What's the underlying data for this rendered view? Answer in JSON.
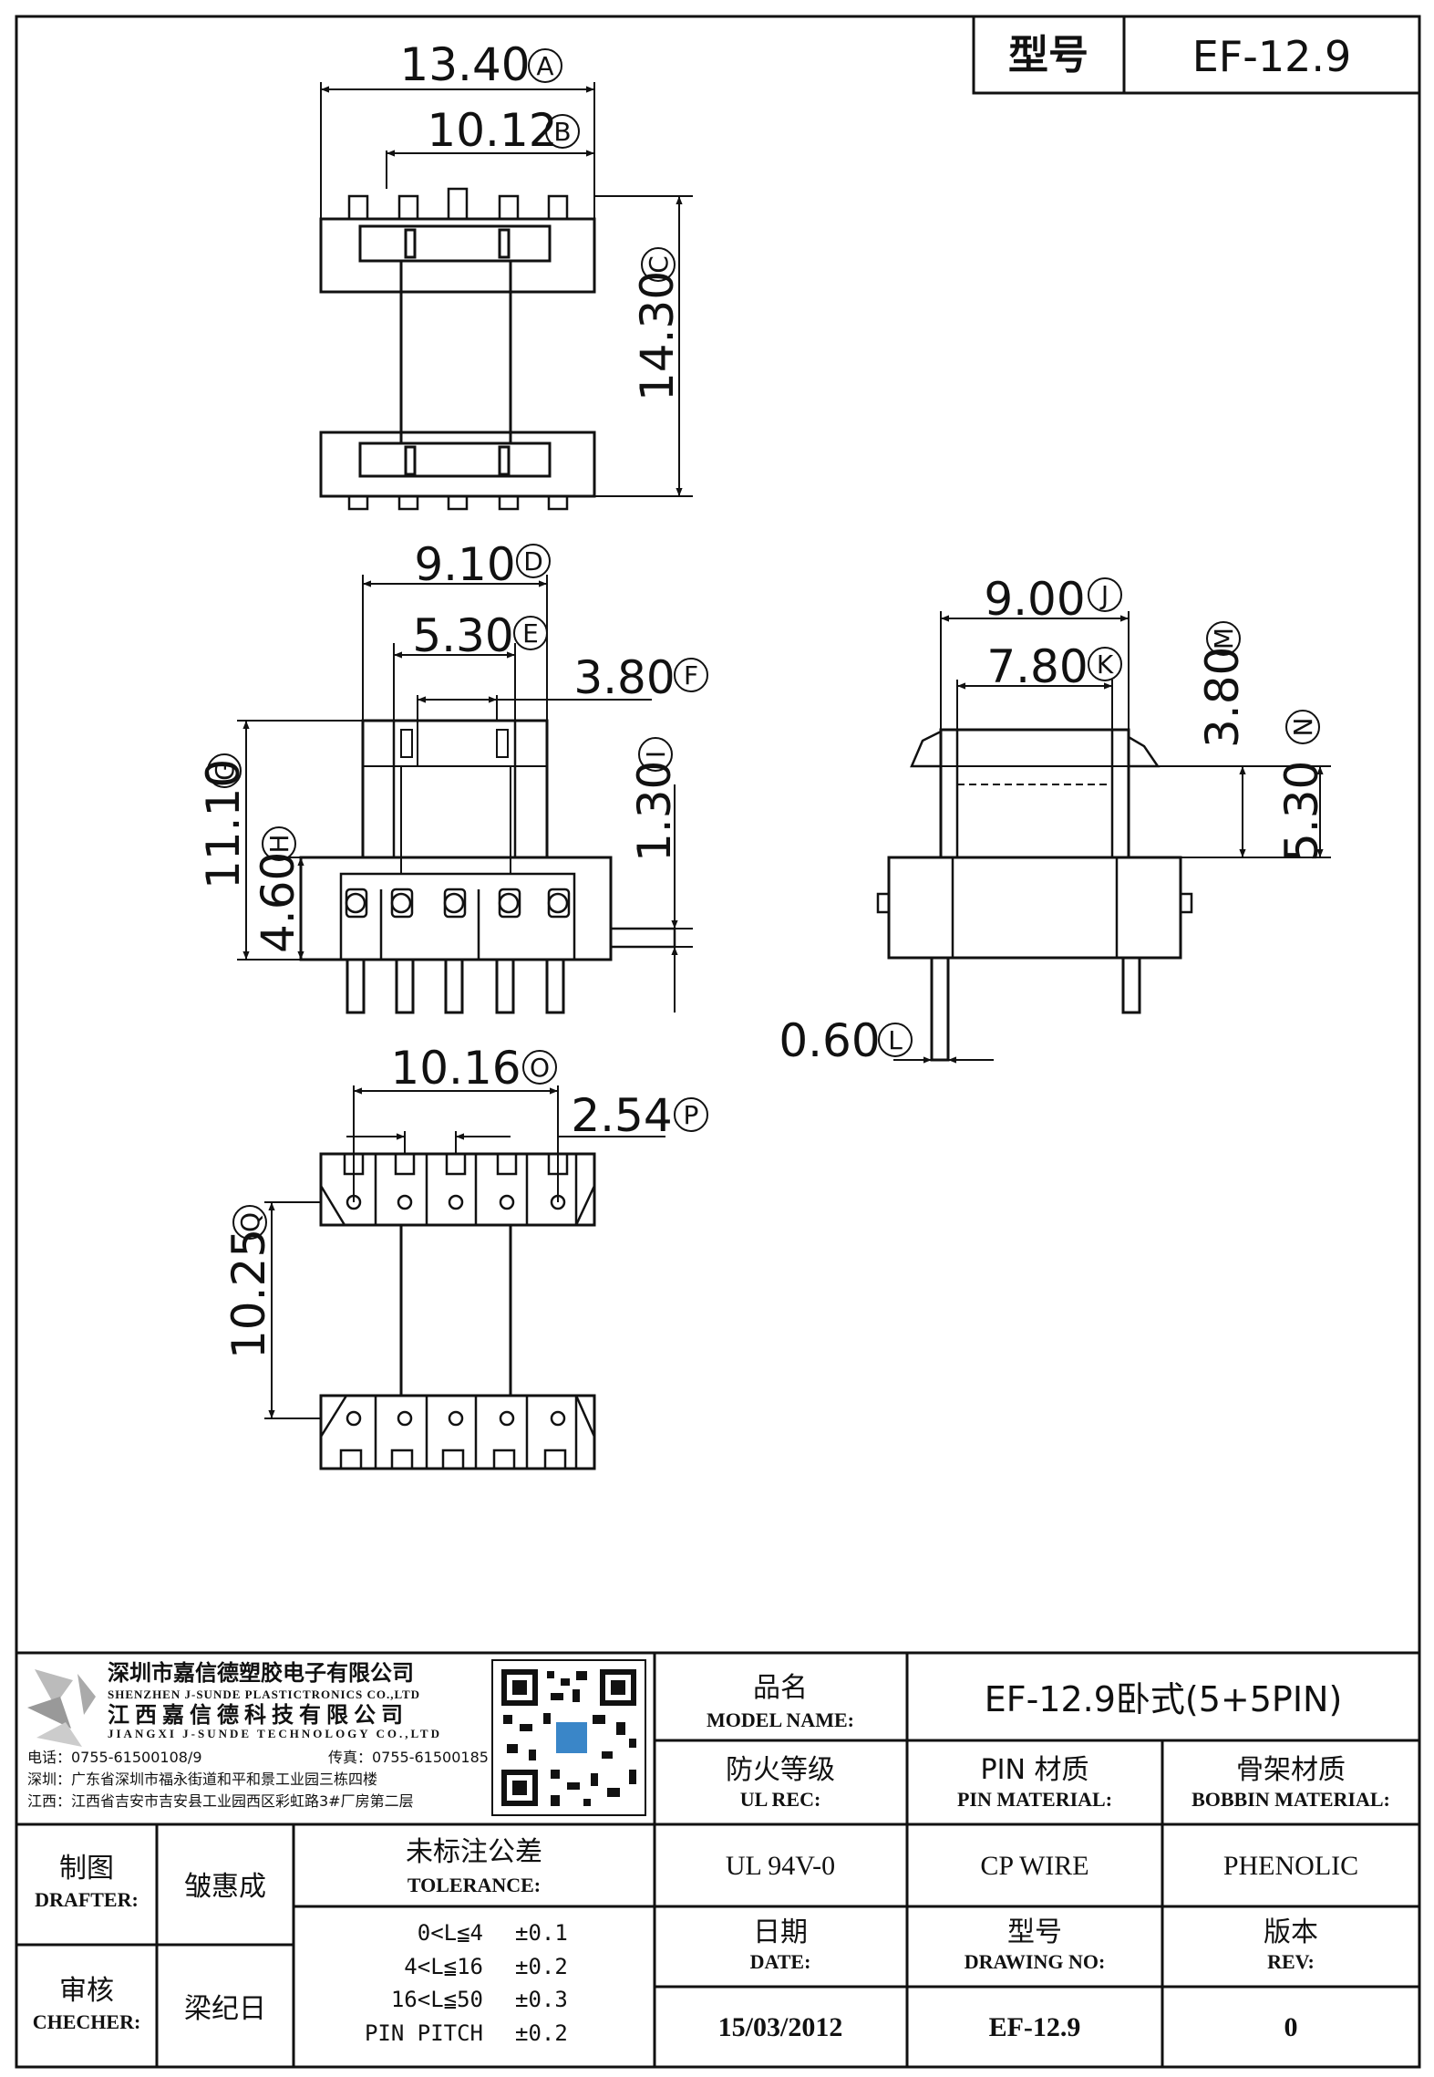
{
  "header": {
    "model_label": "型号",
    "model_value": "EF-12.9"
  },
  "views": {
    "top": {
      "dims": [
        {
          "value": "13.40",
          "tag": "A"
        },
        {
          "value": "10.12",
          "tag": "B"
        },
        {
          "value": "14.30",
          "tag": "C"
        }
      ]
    },
    "front": {
      "dims": [
        {
          "value": "9.10",
          "tag": "D"
        },
        {
          "value": "5.30",
          "tag": "E"
        },
        {
          "value": "3.80",
          "tag": "F"
        },
        {
          "value": "11.10",
          "tag": "G"
        },
        {
          "value": "4.60",
          "tag": "H"
        },
        {
          "value": "1.30",
          "tag": "I"
        }
      ]
    },
    "side": {
      "dims": [
        {
          "value": "9.00",
          "tag": "J"
        },
        {
          "value": "7.80",
          "tag": "K"
        },
        {
          "value": "0.60",
          "tag": "L"
        },
        {
          "value": "3.80",
          "tag": "M"
        },
        {
          "value": "5.30",
          "tag": "N"
        }
      ]
    },
    "bottom": {
      "dims": [
        {
          "value": "10.16",
          "tag": "O"
        },
        {
          "value": "2.54",
          "tag": "P"
        },
        {
          "value": "10.25",
          "tag": "Q"
        }
      ]
    }
  },
  "company": {
    "name_sz": "深圳市嘉信德塑胶电子有限公司",
    "name_sz_en": "SHENZHEN J-SUNDE PLASTICTRONICS CO.,LTD",
    "name_jx": "江西嘉信德科技有限公司",
    "name_jx_en": "JIANGXI J-SUNDE TECHNOLOGY CO.,LTD",
    "tel": "电话：0755-61500108/9",
    "fax": "传真：0755-61500185",
    "addr_sz": "深圳：广东省深圳市福永街道和平和景工业园三栋四楼",
    "addr_jx": "江西：江西省吉安市吉安县工业园西区彩虹路3#厂房第二层"
  },
  "title_block": {
    "model_name_cn": "品名",
    "model_name_en": "MODEL NAME:",
    "model_name_value": "EF-12.9卧式(5+5PIN)",
    "ul_cn": "防火等级",
    "ul_en": "UL REC:",
    "pin_cn": "PIN 材质",
    "pin_en": "PIN MATERIAL:",
    "bobbin_cn": "骨架材质",
    "bobbin_en": "BOBBIN MATERIAL:",
    "ul_value": "UL 94V-0",
    "pin_value": "CP WIRE",
    "bobbin_value": "PHENOLIC",
    "date_cn": "日期",
    "date_en": "DATE:",
    "drawing_cn": "型号",
    "drawing_en": "DRAWING NO:",
    "rev_cn": "版本",
    "rev_en": "REV:",
    "date_value": "15/03/2012",
    "drawing_value": "EF-12.9",
    "rev_value": "0",
    "drafter_cn": "制图",
    "drafter_en": "DRAFTER:",
    "drafter_name": "皱惠成",
    "checker_cn": "审核",
    "checker_en": "CHECHER:",
    "checker_name": "梁纪日",
    "tolerance_cn": "未标注公差",
    "tolerance_en": "TOLERANCE:",
    "tolerances": [
      {
        "range": "0<L≦4",
        "value": "±0.1"
      },
      {
        "range": "4<L≦16",
        "value": "±0.2"
      },
      {
        "range": "16<L≦50",
        "value": "±0.3"
      },
      {
        "range": "PIN PITCH",
        "value": "±0.2"
      }
    ]
  }
}
